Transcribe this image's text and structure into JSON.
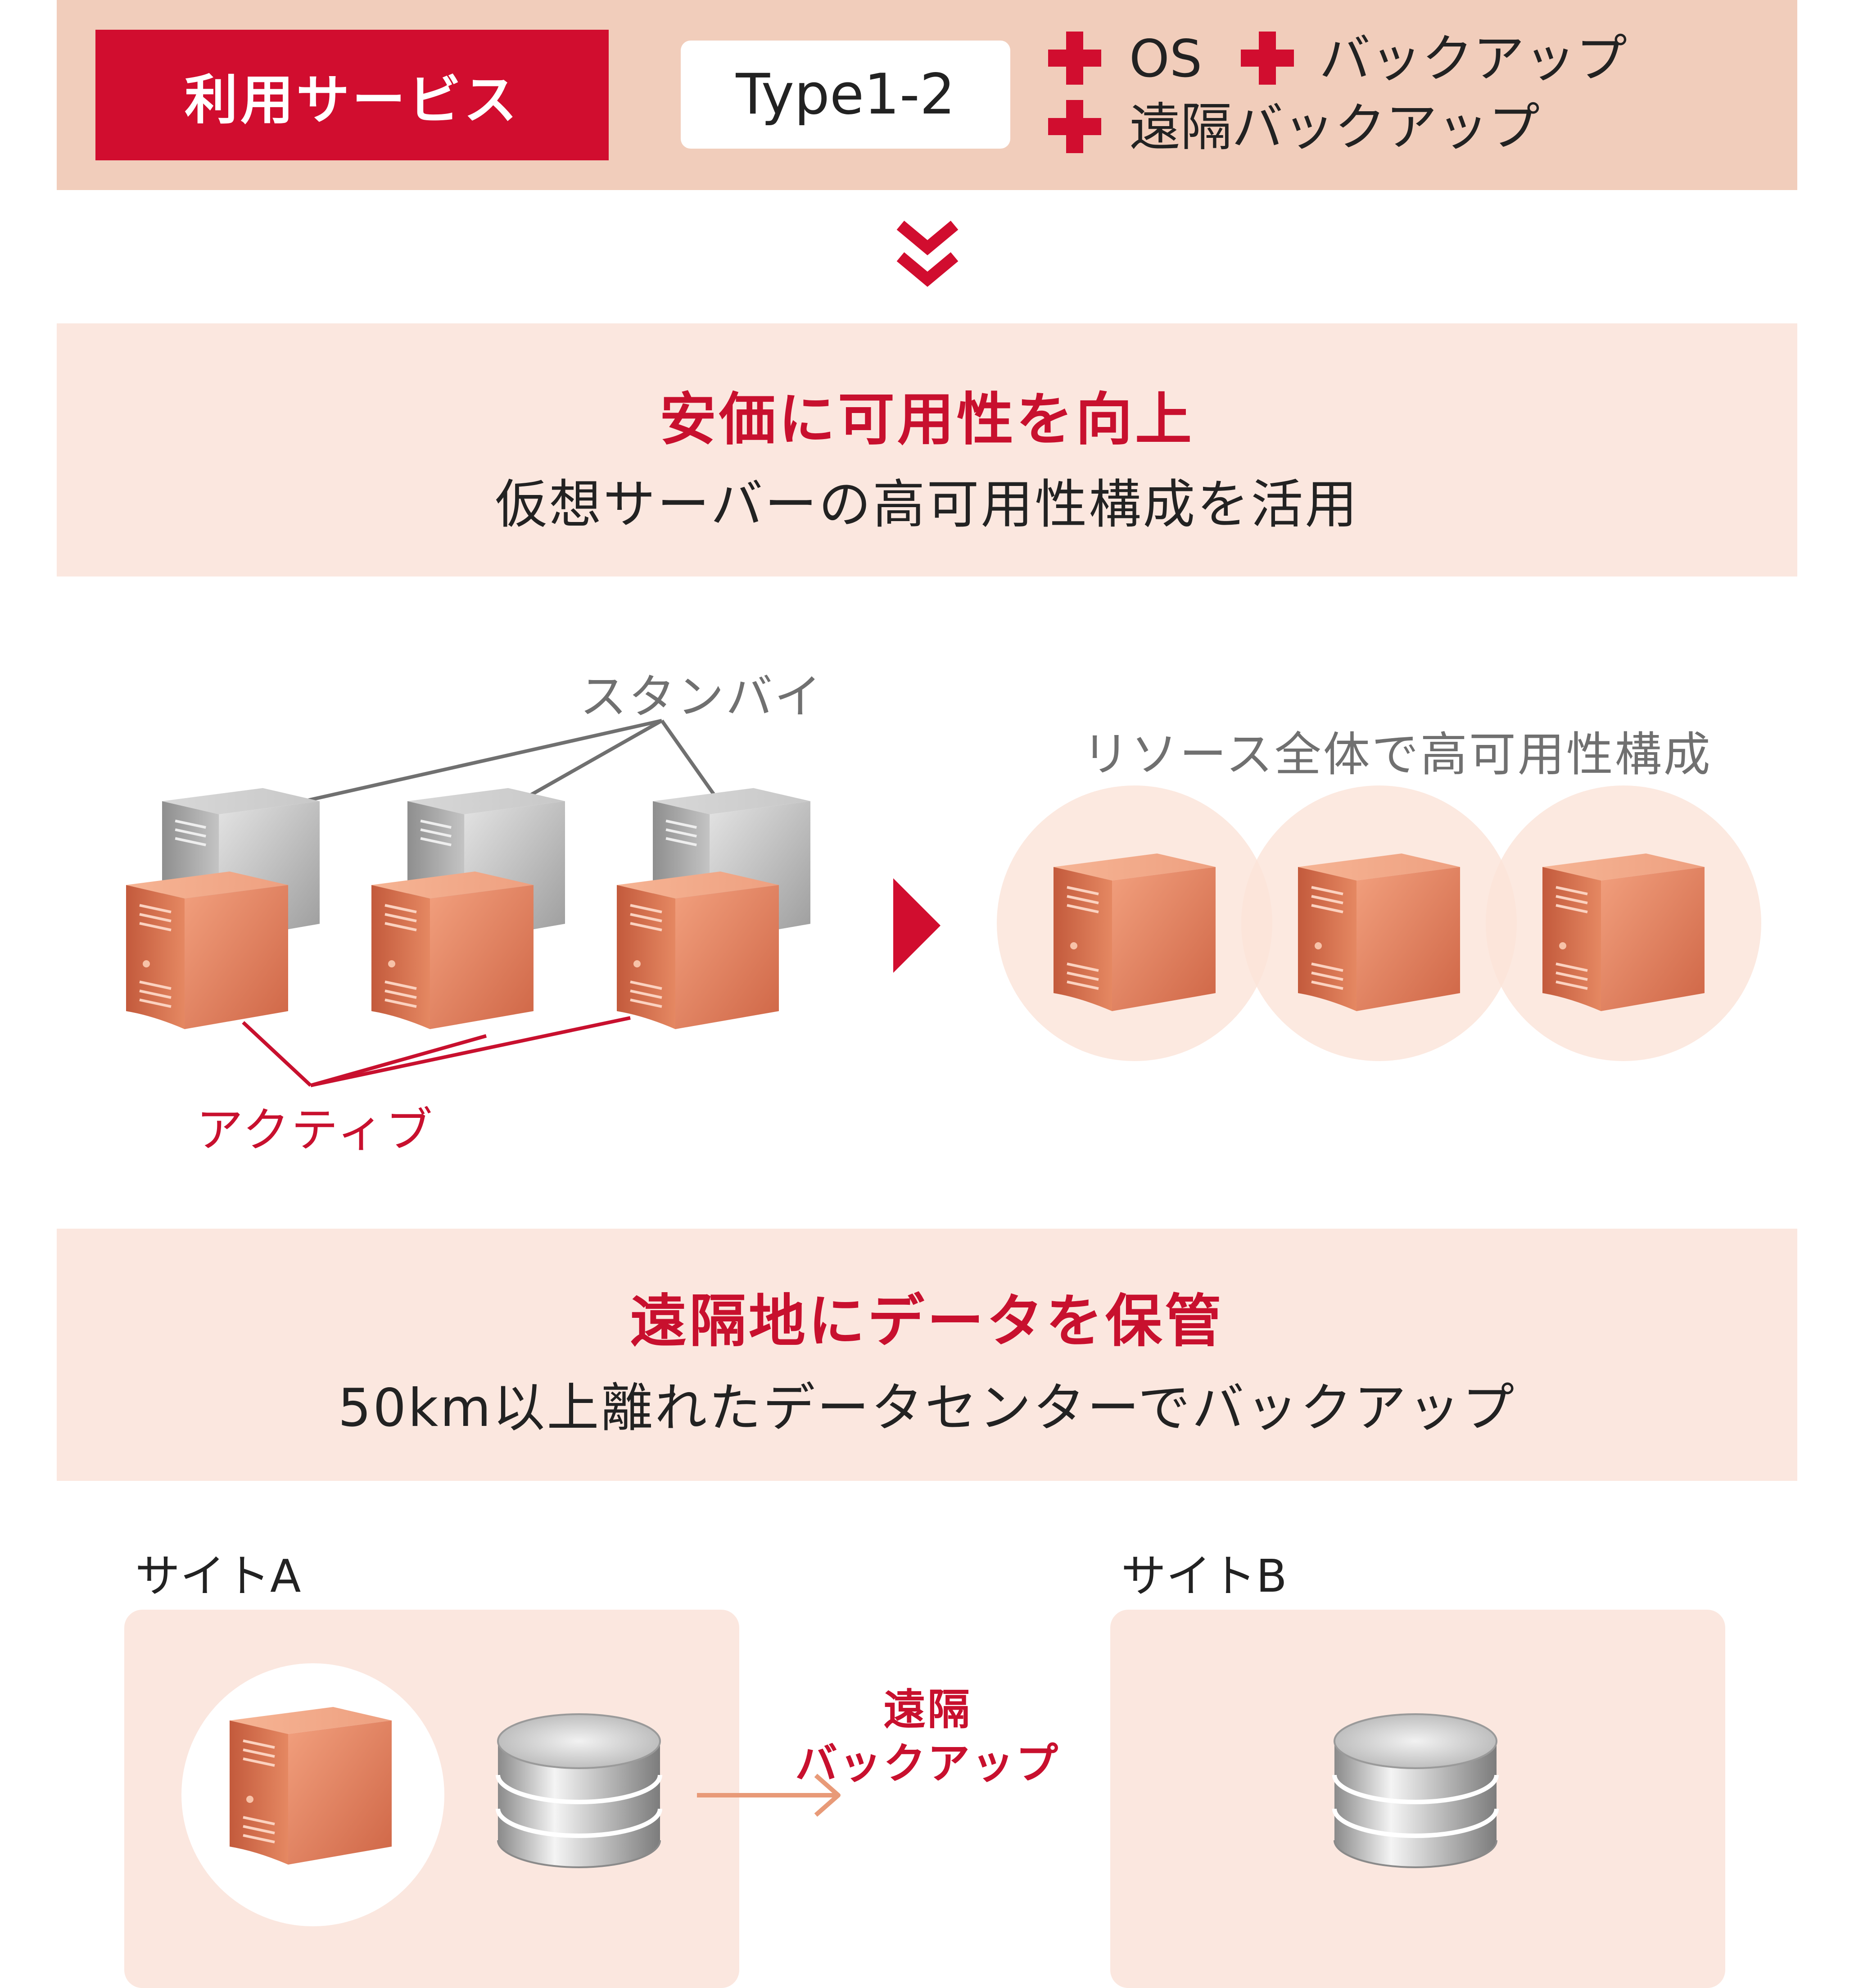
{
  "service": {
    "label": "利用サービス",
    "type": "Type1-2",
    "addons": [
      "OS",
      "バックアップ",
      "遠隔バックアップ"
    ]
  },
  "feature1": {
    "title": "安価に可用性を向上",
    "subtitle": "仮想サーバーの高可用性構成を活用",
    "standby_label": "スタンバイ",
    "active_label": "アクティブ",
    "resource_label": "リソース全体で高可用性構成"
  },
  "feature2": {
    "title": "遠隔地にデータを保管",
    "subtitle": "50km以上離れたデータセンターでバックアップ",
    "site_a": "サイトA",
    "site_b": "サイトB",
    "remote_line1": "遠隔",
    "remote_line2": "バックアップ"
  },
  "colors": {
    "accent_red": "#c8102e",
    "band_light": "#fbe7df",
    "band_service": "#f1cdbb",
    "server_active": "#e07e5c",
    "server_standby": "#b8b8b8",
    "arrow_salmon": "#e89a78"
  },
  "icons": [
    "plus-icon",
    "chevron-double-down-icon",
    "triangle-right-icon",
    "server-icon",
    "database-icon",
    "arrow-right-icon"
  ]
}
